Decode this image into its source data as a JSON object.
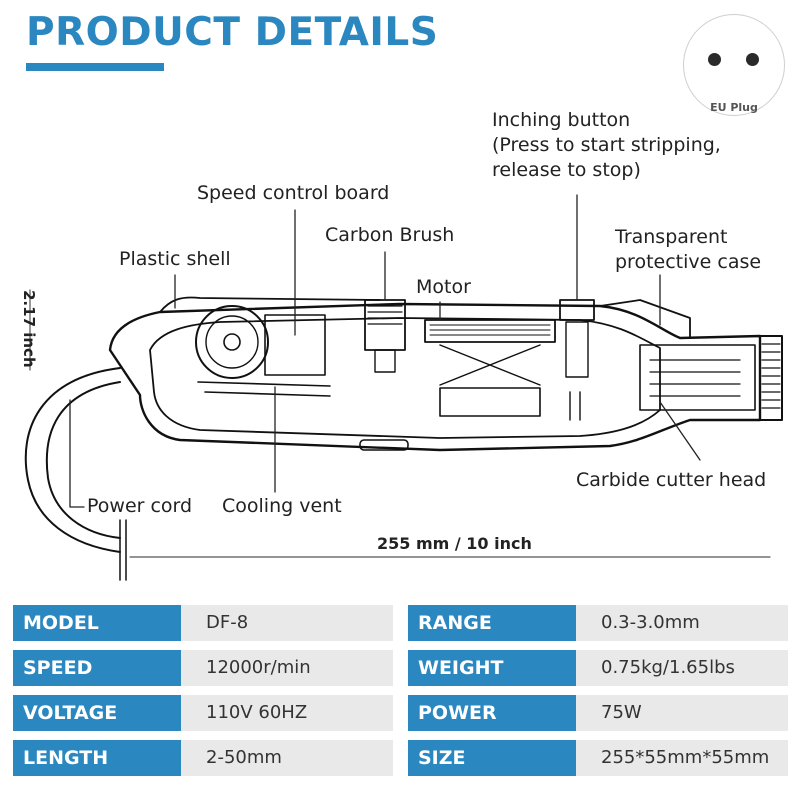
{
  "header": {
    "title": "PRODUCT DETAILS"
  },
  "plug": {
    "label": "EU Plug"
  },
  "callouts": {
    "inching_line1": "Inching button",
    "inching_line2": "(Press to start stripping,",
    "inching_line3": "release to stop)",
    "speed_control_board": "Speed control board",
    "carbon_brush": "Carbon Brush",
    "plastic_shell": "Plastic shell",
    "motor": "Motor",
    "transparent_line1": "Transparent",
    "transparent_line2": "protective case",
    "carbide_cutter_head": "Carbide cutter head",
    "power_cord": "Power cord",
    "cooling_vent": "Cooling vent"
  },
  "dimensions": {
    "height": "2.17 inch",
    "length": "255 mm / 10 inch"
  },
  "specs": {
    "left": [
      {
        "label": "MODEL",
        "value": "DF-8"
      },
      {
        "label": "SPEED",
        "value": "12000r/min"
      },
      {
        "label": "VOLTAGE",
        "value": "110V 60HZ"
      },
      {
        "label": "LENGTH",
        "value": "2-50mm"
      }
    ],
    "right": [
      {
        "label": "RANGE",
        "value": "0.3-3.0mm"
      },
      {
        "label": "WEIGHT",
        "value": "0.75kg/1.65lbs"
      },
      {
        "label": "POWER",
        "value": "75W"
      },
      {
        "label": "SIZE",
        "value": "255*55mm*55mm"
      }
    ]
  },
  "colors": {
    "accent": "#2b87bf",
    "value_bg": "#e9e9e9"
  },
  "icons": {
    "plug": "eu-plug-icon"
  }
}
